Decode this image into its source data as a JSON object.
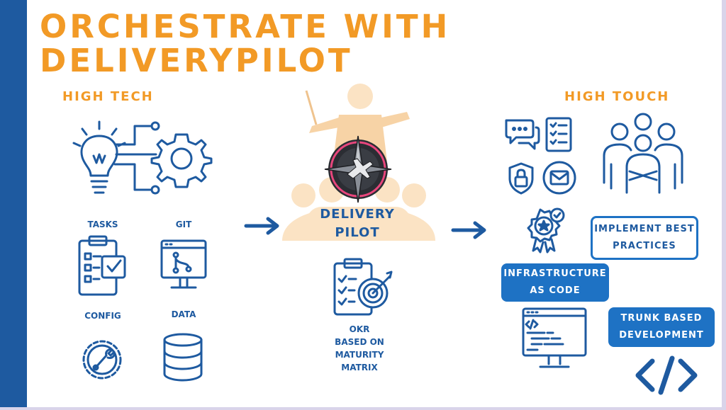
{
  "title": {
    "line1": "ORCHESTRATE WITH",
    "line2": "DELIVERYPILOT"
  },
  "high_tech": {
    "heading": "HIGH TECH",
    "items": [
      {
        "label": "TASKS",
        "icon": "task-checklist-icon"
      },
      {
        "label": "GIT",
        "icon": "git-monitor-icon"
      },
      {
        "label": "CONFIG",
        "icon": "wrench-gear-icon"
      },
      {
        "label": "DATA",
        "icon": "database-icon"
      }
    ],
    "hero_icon": "lightbulb-gear-circuit-icon"
  },
  "center": {
    "name_line1": "DELIVERY",
    "name_line2": "PILOT",
    "okr_line1": "OKR",
    "okr_line2": "BASED ON",
    "okr_line3": "MATURITY",
    "okr_line4": "MATRIX"
  },
  "high_touch": {
    "heading": "HIGH TOUCH",
    "implement": {
      "line1": "IMPLEMENT BEST",
      "line2": "PRACTICES"
    },
    "infra": {
      "line1": "INFRASTRUCTURE",
      "line2": "AS CODE"
    },
    "trunk": {
      "line1": "TRUNK BASED",
      "line2": "DEVELOPMENT"
    }
  },
  "colors": {
    "brand_blue": "#1e5aa0",
    "accent_orange": "#f29a26",
    "pill_blue": "#1e72c4"
  }
}
